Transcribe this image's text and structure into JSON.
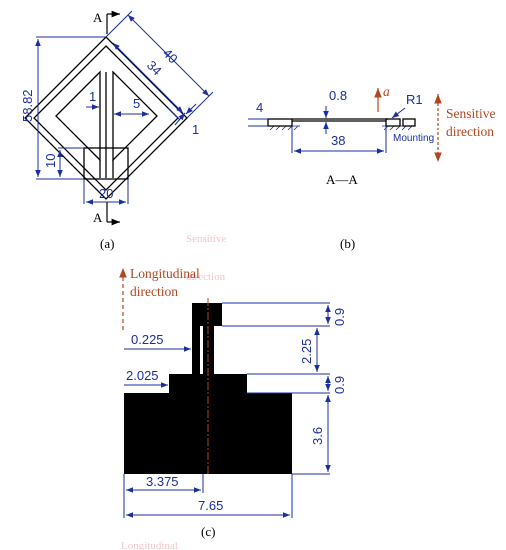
{
  "panel_a": {
    "caption": "(a)",
    "section_marker": "A",
    "dims": {
      "d40": "40",
      "d34": "34",
      "d1_right": "1",
      "d58": "58.82",
      "d1_inner": "1",
      "d5": "5",
      "d10": "10",
      "d20": "20"
    }
  },
  "panel_b": {
    "caption": "(b)",
    "dims": {
      "d4": "4",
      "d08": "0.8",
      "dR1": "R1",
      "d38": "38"
    },
    "accel_label": "a",
    "mounting_label": "Mounting",
    "sensitive_line1": "Sensitive",
    "sensitive_line2": "direction",
    "section_label": "A—A",
    "ghost_text1": "Sensitive",
    "ghost_text2": "direction"
  },
  "panel_c": {
    "caption": "(c)",
    "longitudinal_line1": "Longitudinal",
    "longitudinal_line2": "direction",
    "dims": {
      "d0225": "0.225",
      "d2025": "2.025",
      "d3375": "3.375",
      "d765": "7.65",
      "d09_top": "0.9",
      "d225": "2.25",
      "d09_mid": "0.9",
      "d36": "3.6"
    },
    "ghost_bottom": "Longitudinal"
  },
  "colors": {
    "dimension": "#1a2fa0",
    "annotation": "#b3471f",
    "shape": "#000000"
  }
}
